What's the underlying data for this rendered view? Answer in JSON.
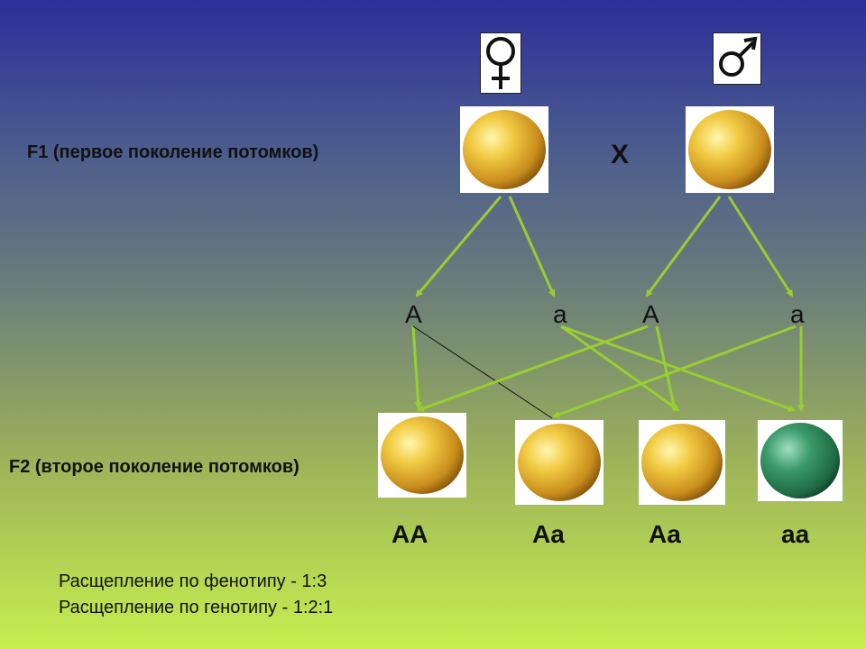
{
  "symbols": {
    "female": {
      "glyph": "♀",
      "icon": "female-symbol-icon"
    },
    "male": {
      "glyph": "♂",
      "icon": "male-symbol-icon"
    }
  },
  "cross_sign": "X",
  "generations": {
    "f1_label": "F1 (первое поколение потомков)",
    "f2_label": "F2 (второе поколение потомков)"
  },
  "gametes": {
    "female_dominant": "A",
    "female_recessive": "a",
    "male_dominant": "A",
    "male_recessive": "a"
  },
  "offspring": [
    {
      "genotype": "AA",
      "phenotype": "yellow"
    },
    {
      "genotype": "Aa",
      "phenotype": "yellow"
    },
    {
      "genotype": "Aa",
      "phenotype": "yellow"
    },
    {
      "genotype": "aa",
      "phenotype": "green"
    }
  ],
  "ratios": {
    "phenotype": "Расщепление по фенотипу -  1:3",
    "genotype": "Расщепление по генотипу  - 1:2:1"
  },
  "colors": {
    "arrow": "#9acd32",
    "yellow_pea": "#e8b530",
    "green_pea": "#2f8c5e"
  }
}
